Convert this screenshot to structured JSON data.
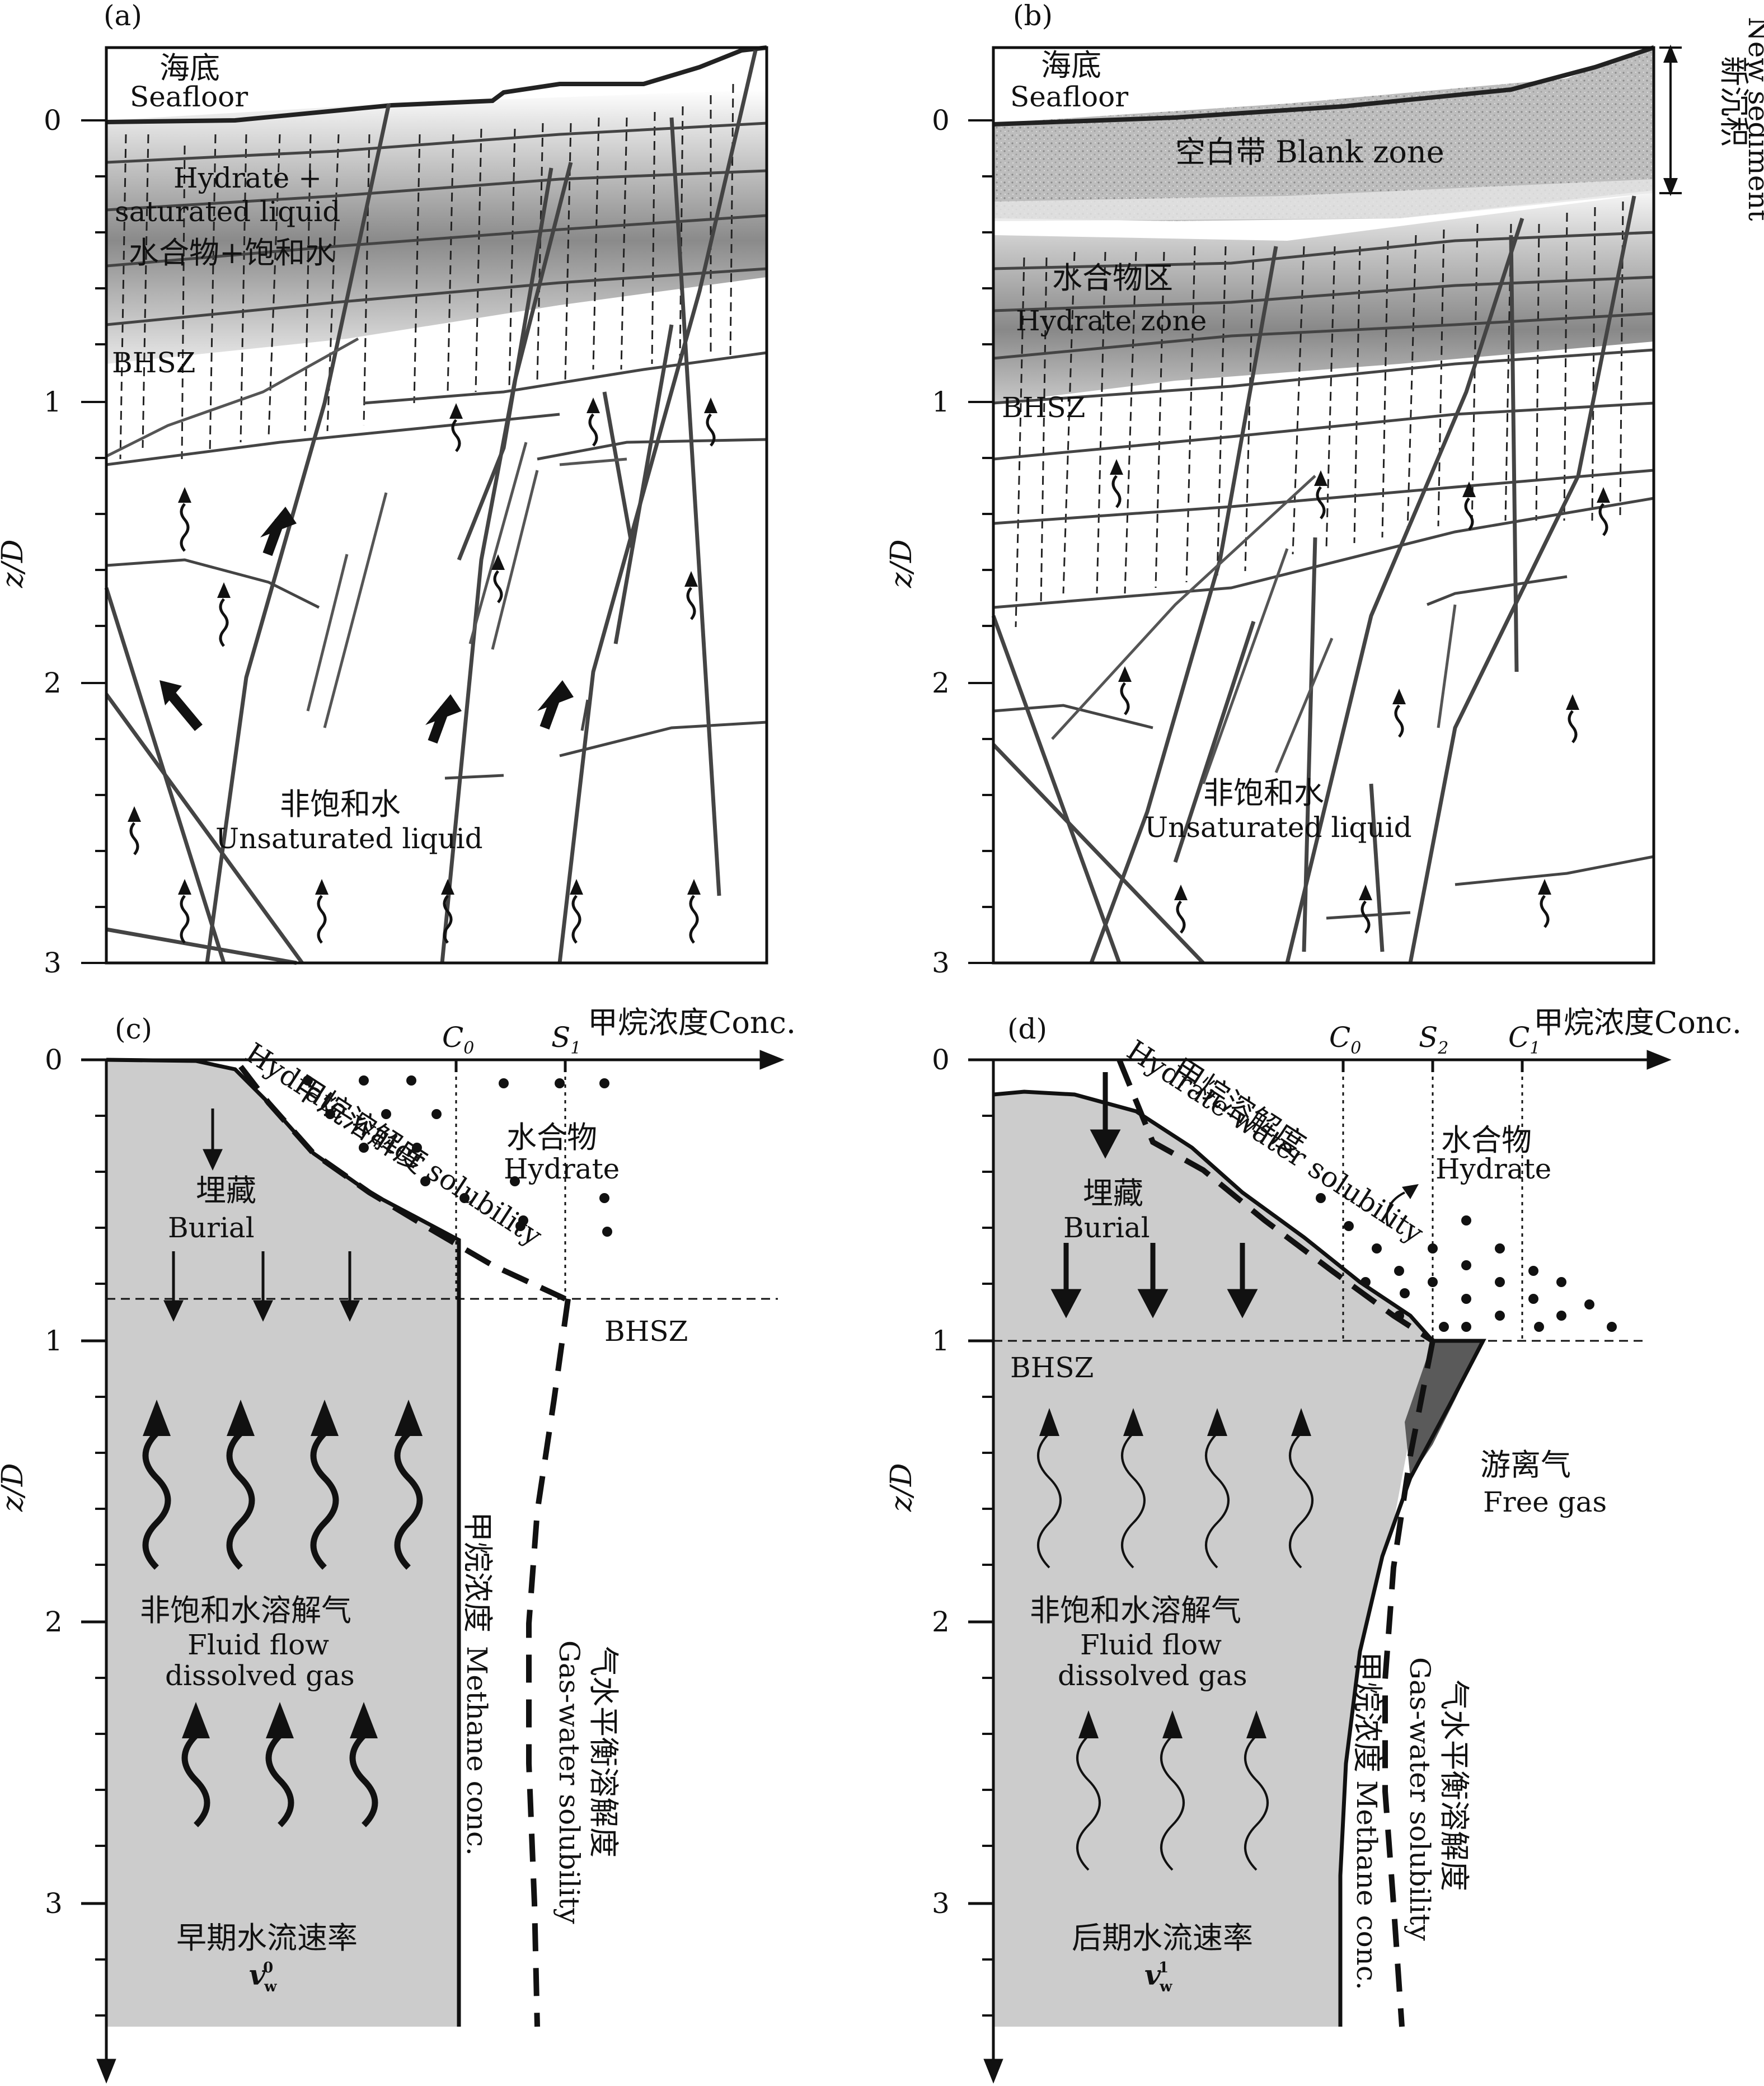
{
  "panels": {
    "a": {
      "label": "(a)",
      "seafloor_cn": "海底",
      "seafloor_en": "Seafloor",
      "zone_en_1": "Hydrate +",
      "zone_en_2": "saturated liquid",
      "zone_cn": "水合物+饱和水",
      "bhsz": "BHSZ",
      "lower_cn": "非饱和水",
      "lower_en": "Unsaturated liquid",
      "ylabel": "z/D",
      "yticks": [
        "0",
        "1",
        "2",
        "3"
      ]
    },
    "b": {
      "label": "(b)",
      "seafloor_cn": "海底",
      "seafloor_en": "Seafloor",
      "blank_zone": "空白带 Blank zone",
      "hydrate_cn": "水合物区",
      "hydrate_en": "Hydrate zone",
      "bhsz": "BHSZ",
      "new_sed_cn": "新沉积",
      "new_sed_en": "New sediment",
      "lower_cn": "非饱和水",
      "lower_en": "Unsaturated liquid",
      "ylabel": "z/D",
      "yticks": [
        "0",
        "1",
        "2",
        "3"
      ]
    },
    "c": {
      "label": "(c)",
      "xlabel": "甲烷浓度Conc.",
      "c0": "C",
      "c0_sub": "0",
      "s1": "S",
      "s1_sub": "1",
      "solubility_cn": "甲烷溶解度",
      "solubility_en": "Hydrate-water solubility",
      "hydrate_cn": "水合物",
      "hydrate_en": "Hydrate",
      "burial_cn": "埋藏",
      "burial_en": "Burial",
      "bhsz": "BHSZ",
      "fluid_cn": "非饱和水溶解气",
      "fluid_en1": "Fluid flow",
      "fluid_en2": "dissolved gas",
      "rate_cn": "早期水流速率",
      "rate_sym": "v",
      "rate_sub": "w",
      "rate_sup": "0",
      "methane_cn": "甲烷浓度",
      "methane_en": "Methane conc.",
      "gw_cn": "气水平衡溶解度",
      "gw_en": "Gas-water solubility",
      "ylabel": "z/D",
      "yticks": [
        "0",
        "1",
        "2",
        "3"
      ]
    },
    "d": {
      "label": "(d)",
      "xlabel": "甲烷浓度Conc.",
      "c0": "C",
      "c0_sub": "0",
      "s2": "S",
      "s2_sub": "2",
      "c1": "C",
      "c1_sub": "1",
      "solubility_cn": "甲烷溶解度",
      "solubility_en": "Hydrate-water solubility",
      "hydrate_cn": "水合物",
      "hydrate_en": "Hydrate",
      "burial_cn": "埋藏",
      "burial_en": "Burial",
      "bhsz": "BHSZ",
      "freegas_cn": "游离气",
      "freegas_en": "Free gas",
      "fluid_cn": "非饱和水溶解气",
      "fluid_en1": "Fluid flow",
      "fluid_en2": "dissolved gas",
      "rate_cn": "后期水流速率",
      "rate_sym": "v",
      "rate_sub": "w",
      "rate_sup": "1",
      "methane_cn": "甲烷浓度",
      "methane_en": "Methane conc.",
      "gw_cn": "气水平衡溶解度",
      "gw_en": "Gas-water solubility",
      "ylabel": "z/D",
      "yticks": [
        "0",
        "1",
        "2",
        "3"
      ]
    }
  },
  "colors": {
    "ink": "#111111",
    "gray_fill": "#cccccc",
    "hydrate_band": "#8c8c8c",
    "free_gas": "#5a5a5a",
    "fault": "#555555"
  }
}
